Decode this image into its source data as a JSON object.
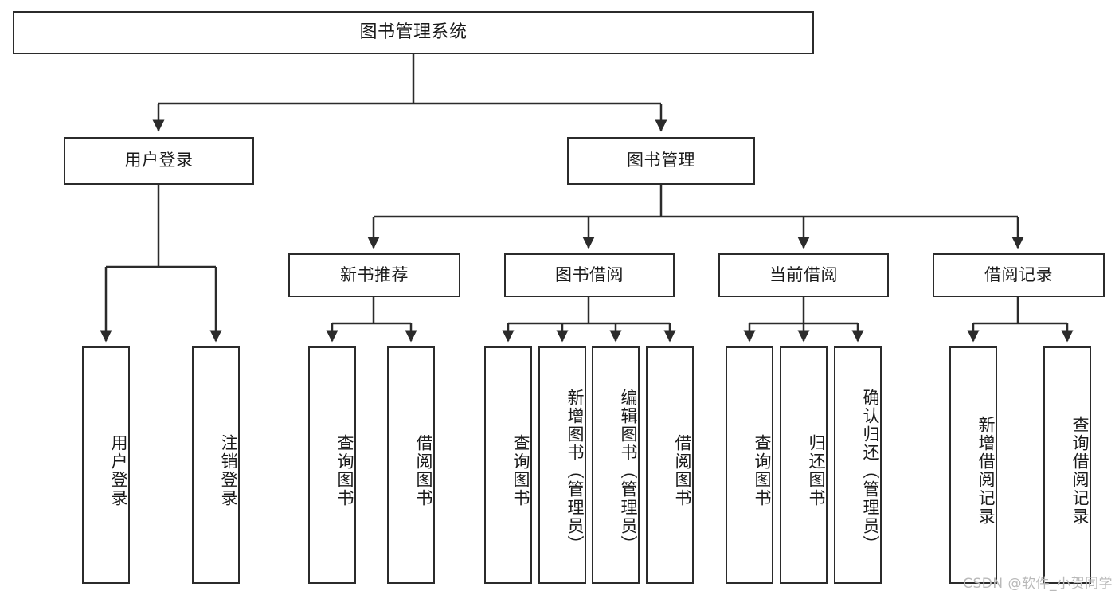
{
  "diagram": {
    "title": "图书管理系统",
    "type": "tree-hierarchy",
    "watermark": "CSDN @软件_小贺同学",
    "colors": {
      "border": "#2b2b2b",
      "background": "#ffffff",
      "text": "#1a1a1a",
      "watermark": "#b9b9b9"
    },
    "nodes": {
      "root": {
        "label": "图书管理系统"
      },
      "level2": [
        {
          "id": "user-login",
          "label": "用户登录"
        },
        {
          "id": "book-manage",
          "label": "图书管理"
        }
      ],
      "level3": [
        {
          "id": "new-book-recommend",
          "label": "新书推荐"
        },
        {
          "id": "book-borrow",
          "label": "图书借阅"
        },
        {
          "id": "current-borrow",
          "label": "当前借阅"
        },
        {
          "id": "borrow-record",
          "label": "借阅记录"
        }
      ],
      "leaves": [
        {
          "id": "leaf-user-login",
          "label": "用户登录",
          "parent": "user-login"
        },
        {
          "id": "leaf-logout-login",
          "label": "注销登录",
          "parent": "user-login"
        },
        {
          "id": "leaf-query-book-1",
          "label": "查询图书",
          "parent": "new-book-recommend"
        },
        {
          "id": "leaf-borrow-book-1",
          "label": "借阅图书",
          "parent": "new-book-recommend"
        },
        {
          "id": "leaf-query-book-2",
          "label": "查询图书",
          "parent": "book-borrow"
        },
        {
          "id": "leaf-add-book",
          "label": "新增图书（管理员）",
          "parent": "book-borrow"
        },
        {
          "id": "leaf-edit-book",
          "label": "编辑图书（管理员）",
          "parent": "book-borrow"
        },
        {
          "id": "leaf-borrow-book-2",
          "label": "借阅图书",
          "parent": "book-borrow"
        },
        {
          "id": "leaf-query-book-3",
          "label": "查询图书",
          "parent": "current-borrow"
        },
        {
          "id": "leaf-return-book",
          "label": "归还图书",
          "parent": "current-borrow"
        },
        {
          "id": "leaf-confirm-return",
          "label": "确认归还（管理员）",
          "parent": "current-borrow"
        },
        {
          "id": "leaf-add-borrow-record",
          "label": "新增借阅记录",
          "parent": "borrow-record"
        },
        {
          "id": "leaf-query-borrow-record",
          "label": "查询借阅记录",
          "parent": "borrow-record"
        }
      ]
    }
  }
}
